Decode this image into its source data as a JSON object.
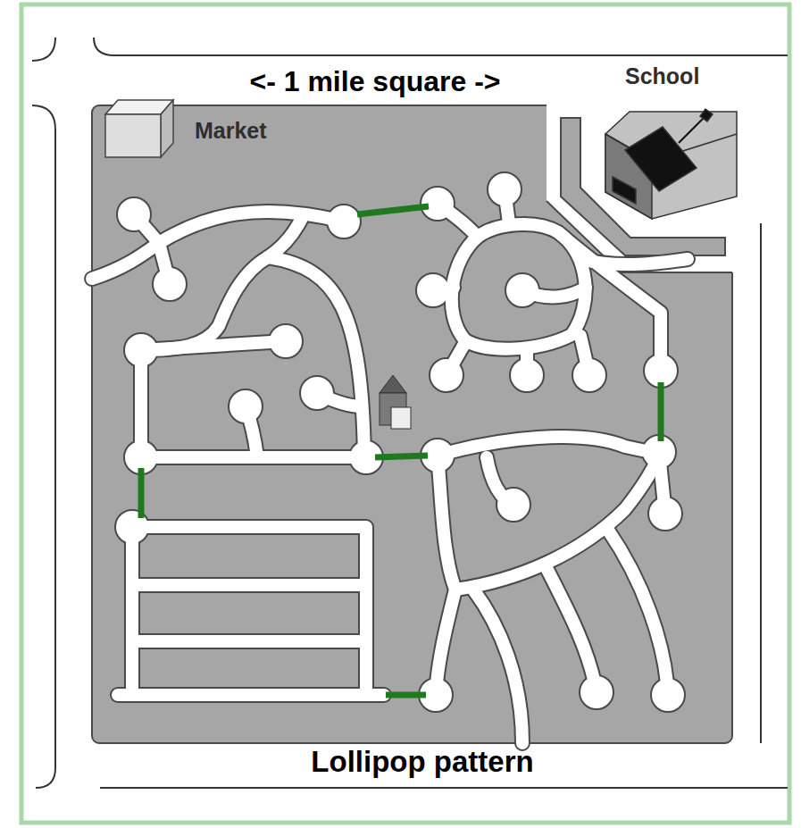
{
  "diagram": {
    "caption": "Lollipop pattern",
    "labels": [
      "<- 1 mile square ->",
      "Market",
      "School"
    ]
  }
}
